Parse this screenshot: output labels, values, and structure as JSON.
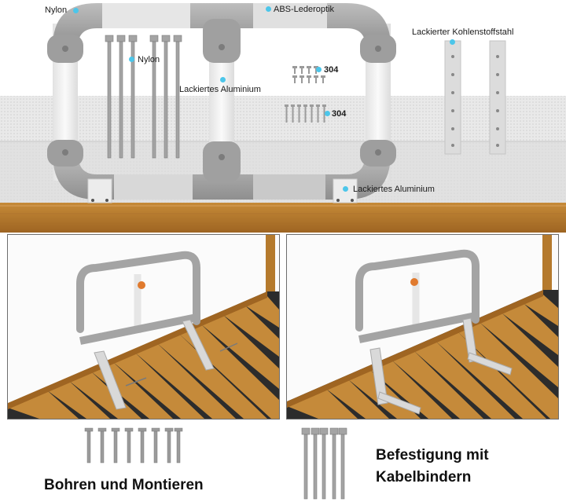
{
  "labels": {
    "nylon_frame": "Nylon",
    "abs": "ABS-Lederoptik",
    "nylon_ties": "Nylon",
    "aluminium_mid": "Lackiertes Aluminium",
    "screws_304": "304",
    "bolts_304": "304",
    "steel": "Lackierter Kohlenstoffstahl",
    "aluminium_foot": "Lackiertes Aluminium"
  },
  "captions": {
    "drill": "Bohren und Montieren",
    "ties_line1": "Befestigung mit",
    "ties_line2": "Kabelbindern"
  },
  "colors": {
    "callout_dot": "#4cc6ea",
    "frame_gray": "#a9a9a9",
    "aluminium": "#eeeeee",
    "wood": "#b47a2c"
  },
  "icons": [
    "screw-icon",
    "cable-tie-icon",
    "bed-slat-icon",
    "steel-bracket-icon"
  ]
}
